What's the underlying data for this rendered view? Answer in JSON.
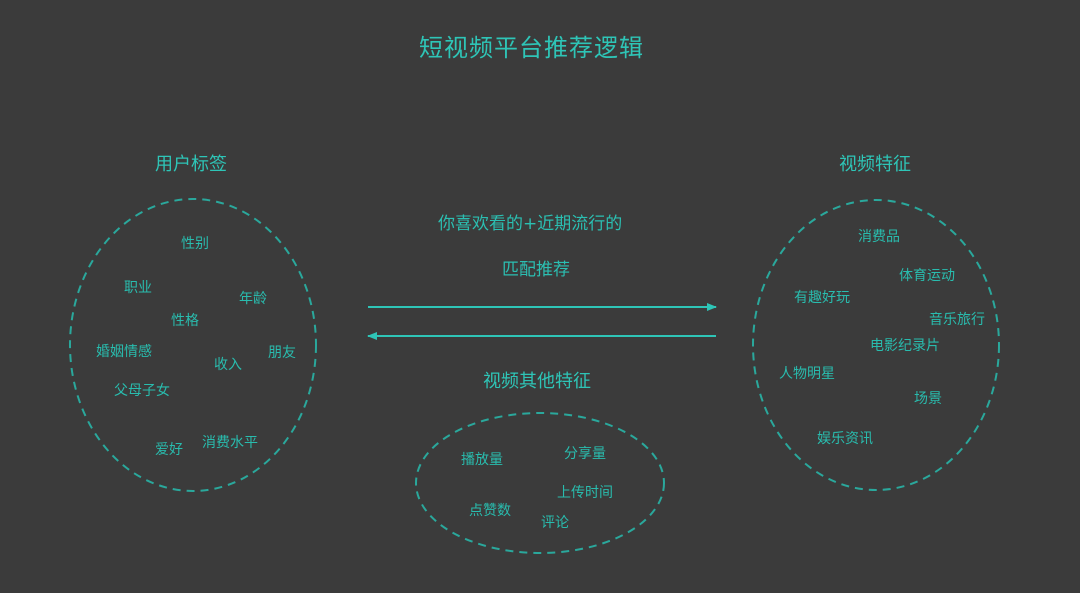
{
  "title": "短视频平台推荐逻辑",
  "colors": {
    "background": "#3b3b3b",
    "accent": "#2ec5b7",
    "dashed_outline": "#2aa89c",
    "arrow": "#2ec5b7"
  },
  "user_tags": {
    "heading": "用户标签",
    "items": [
      "性别",
      "职业",
      "年龄",
      "性格",
      "婚姻情感",
      "朋友",
      "收入",
      "父母子女",
      "爱好",
      "消费水平"
    ]
  },
  "video_features": {
    "heading": "视频特征",
    "items": [
      "消费品",
      "体育运动",
      "有趣好玩",
      "音乐旅行",
      "电影纪录片",
      "人物明星",
      "场景",
      "娱乐资讯"
    ]
  },
  "center": {
    "line1": "你喜欢看的+近期流行的",
    "line2": "匹配推荐",
    "arrows": [
      {
        "direction": "right",
        "from": "user_tags",
        "to": "video_features"
      },
      {
        "direction": "left",
        "from": "video_features",
        "to": "user_tags"
      }
    ]
  },
  "other_features": {
    "heading": "视频其他特征",
    "items": [
      "播放量",
      "分享量",
      "上传时间",
      "点赞数",
      "评论"
    ]
  }
}
